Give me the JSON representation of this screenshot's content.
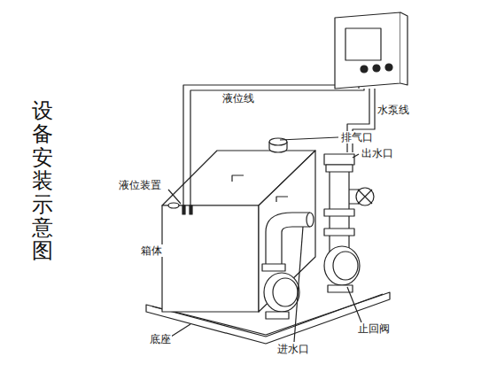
{
  "diagram": {
    "title": "设备安装示意图",
    "labels": [
      "液位线",
      "水泵线",
      "排气口",
      "出水口",
      "液位装置",
      "箱体",
      "底座",
      "进水口",
      "止回阀"
    ]
  }
}
